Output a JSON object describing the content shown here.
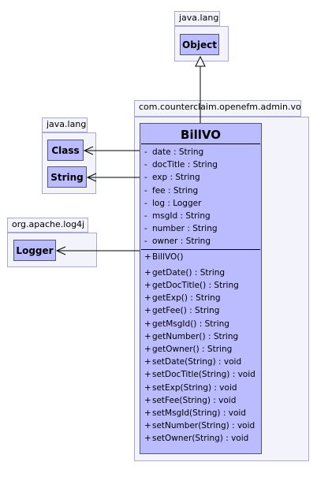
{
  "packages": {
    "java_lang_top": {
      "name": "java.lang"
    },
    "java_lang_left": {
      "name": "java.lang"
    },
    "log4j": {
      "name": "org.apache.log4j"
    },
    "admin_vo": {
      "name": "com.counterclaim.openefm.admin.vo"
    }
  },
  "classes": {
    "object": "Object",
    "class": "Class",
    "string": "String",
    "logger": "Logger",
    "billvo": "BillVO"
  },
  "attributes": [
    {
      "vis": "-",
      "text": "date : String"
    },
    {
      "vis": "-",
      "text": "docTitle : String"
    },
    {
      "vis": "-",
      "text": "exp : String"
    },
    {
      "vis": "-",
      "text": "fee : String"
    },
    {
      "vis": "-",
      "text": "log : Logger"
    },
    {
      "vis": "-",
      "text": "msgId : String"
    },
    {
      "vis": "-",
      "text": "number : String"
    },
    {
      "vis": "-",
      "text": "owner : String"
    }
  ],
  "constructors": [
    {
      "vis": "+",
      "text": "BillVO()"
    }
  ],
  "methods": [
    {
      "vis": "+",
      "text": "getDate() : String"
    },
    {
      "vis": "+",
      "text": "getDocTitle() : String"
    },
    {
      "vis": "+",
      "text": "getExp() : String"
    },
    {
      "vis": "+",
      "text": "getFee() : String"
    },
    {
      "vis": "+",
      "text": "getMsgId() : String"
    },
    {
      "vis": "+",
      "text": "getNumber() : String"
    },
    {
      "vis": "+",
      "text": "getOwner() : String"
    },
    {
      "vis": "+",
      "text": "setDate(String) : void"
    },
    {
      "vis": "+",
      "text": "setDocTitle(String) : void"
    },
    {
      "vis": "+",
      "text": "setExp(String) : void"
    },
    {
      "vis": "+",
      "text": "setFee(String) : void"
    },
    {
      "vis": "+",
      "text": "setMsgId(String) : void"
    },
    {
      "vis": "+",
      "text": "setNumber(String) : void"
    },
    {
      "vis": "+",
      "text": "setOwner(String) : void"
    }
  ]
}
